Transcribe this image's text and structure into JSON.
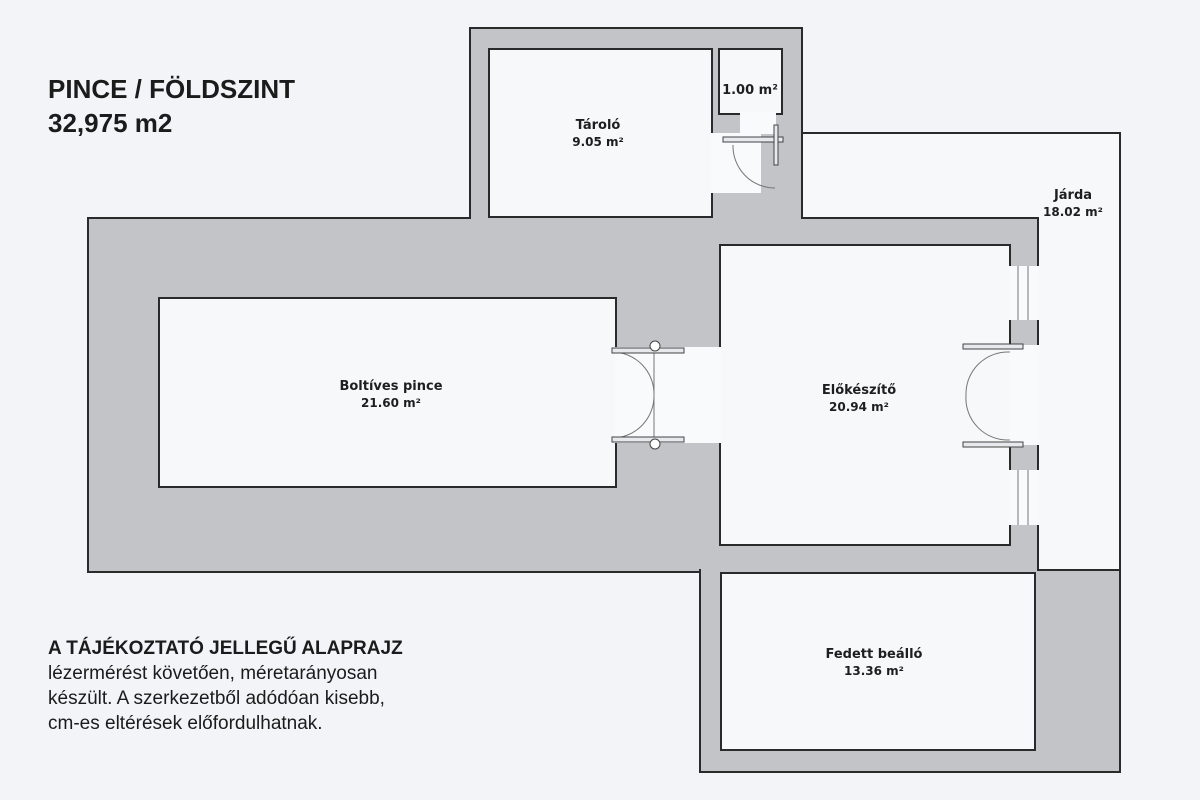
{
  "header": {
    "title": "PINCE / FÖLDSZINT",
    "total_area": "32,975 m2"
  },
  "note": {
    "heading": "A TÁJÉKOZTATÓ JELLEGŰ ALAPRAJZ",
    "lines": [
      "lézermérést követően, méretarányosan",
      "készült. A szerkezetből adódóan kisebb,",
      "cm-es eltérések előfordulhatnak."
    ]
  },
  "rooms": [
    {
      "name": "Tároló",
      "area": "9.05 m²"
    },
    {
      "name": "",
      "area": "1.00 m²"
    },
    {
      "name": "Járda",
      "area": "18.02 m²"
    },
    {
      "name": "Boltíves pince",
      "area": "21.60 m²"
    },
    {
      "name": "Előkészítő",
      "area": "20.94 m²"
    },
    {
      "name": "Fedett beálló",
      "area": "13.36 m²"
    }
  ],
  "colors": {
    "wall": "#c3c4c7",
    "room": "#f7f8fa",
    "outline": "#2a2a2a",
    "background": "#f3f4f7"
  }
}
